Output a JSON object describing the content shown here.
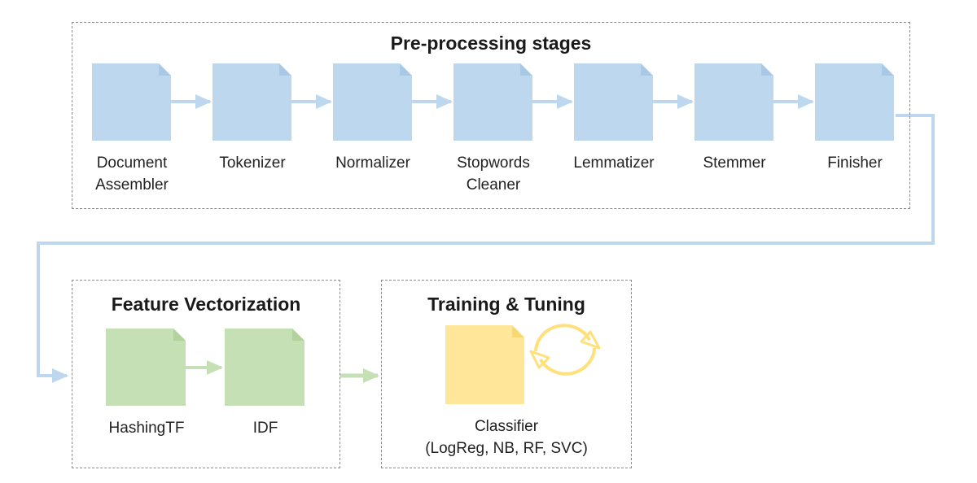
{
  "preprocessing": {
    "title": "Pre-processing stages",
    "stages": [
      {
        "line1": "Document",
        "line2": "Assembler"
      },
      {
        "line1": "Tokenizer",
        "line2": ""
      },
      {
        "line1": "Normalizer",
        "line2": ""
      },
      {
        "line1": "Stopwords",
        "line2": "Cleaner"
      },
      {
        "line1": "Lemmatizer",
        "line2": ""
      },
      {
        "line1": "Stemmer",
        "line2": ""
      },
      {
        "line1": "Finisher",
        "line2": ""
      }
    ]
  },
  "vectorization": {
    "title": "Feature Vectorization",
    "stages": [
      {
        "line1": "HashingTF"
      },
      {
        "line1": "IDF"
      }
    ]
  },
  "training": {
    "title": "Training & Tuning",
    "classifier": {
      "line1": "Classifier",
      "line2": "(LogReg, NB, RF, SVC)"
    }
  },
  "colors": {
    "preprocessing_doc": "#bdd7ee",
    "vectorization_doc": "#c5e0b4",
    "classifier_doc": "#ffe699",
    "blue_arrow": "#bdd7ee",
    "green_arrow": "#c5e0b4",
    "cycle": "#ffe07a"
  },
  "icons": {
    "stage": "document-icon",
    "cycle": "refresh-cycle-icon"
  }
}
